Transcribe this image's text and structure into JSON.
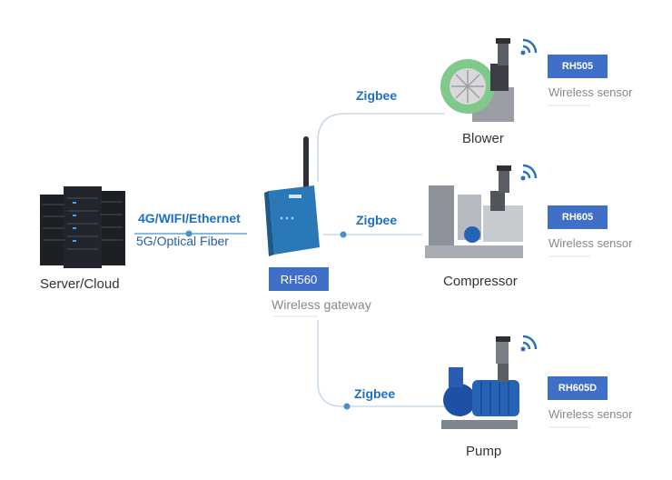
{
  "server": {
    "label": "Server/Cloud",
    "icon": "server-rack-icon"
  },
  "link": {
    "line1": "4G/WIFI/Ethernet",
    "line2": "5G/Optical Fiber"
  },
  "gateway": {
    "model": "RH560",
    "label": "Wireless gateway",
    "icon": "gateway-router-icon"
  },
  "protocol": "Zigbee",
  "devices": [
    {
      "name": "Blower",
      "sensor_model": "RH505",
      "sensor_label": "Wireless sensor",
      "link_label": "Zigbee",
      "icon": "blower-icon"
    },
    {
      "name": "Compressor",
      "sensor_model": "RH605",
      "sensor_label": "Wireless sensor",
      "link_label": "Zigbee",
      "icon": "compressor-icon"
    },
    {
      "name": "Pump",
      "sensor_model": "RH605D",
      "sensor_label": "Wireless sensor",
      "link_label": "Zigbee",
      "icon": "pump-icon"
    }
  ],
  "colors": {
    "accent": "#1f6fc4",
    "badge": "#3f6fc6",
    "line": "#c8d8e6",
    "gateway": "#2a78b8"
  }
}
